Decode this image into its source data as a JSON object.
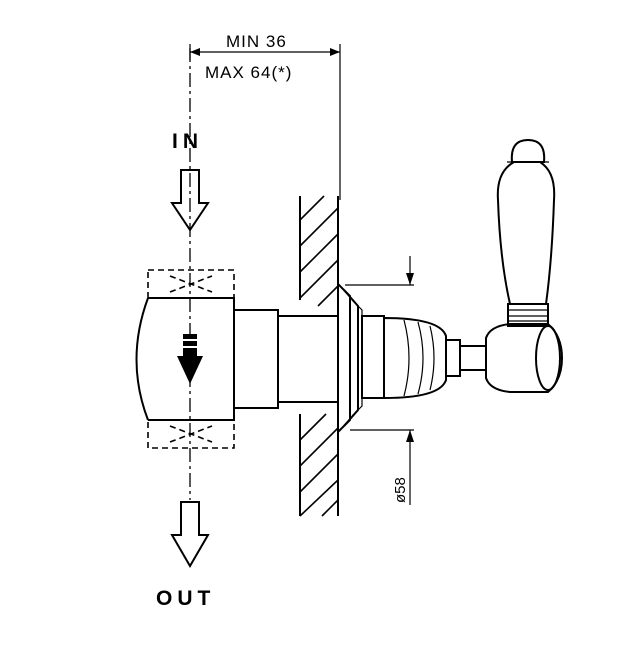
{
  "dimensions": {
    "depth_min": "MIN 36",
    "depth_max": "MAX 64(*)",
    "diameter": "ø58"
  },
  "flow": {
    "inlet": "IN",
    "outlet": "OUT"
  },
  "icons": [
    "inlet-arrow-icon",
    "outlet-arrow-icon",
    "flow-direction-arrow-icon",
    "lever-handle-icon"
  ]
}
